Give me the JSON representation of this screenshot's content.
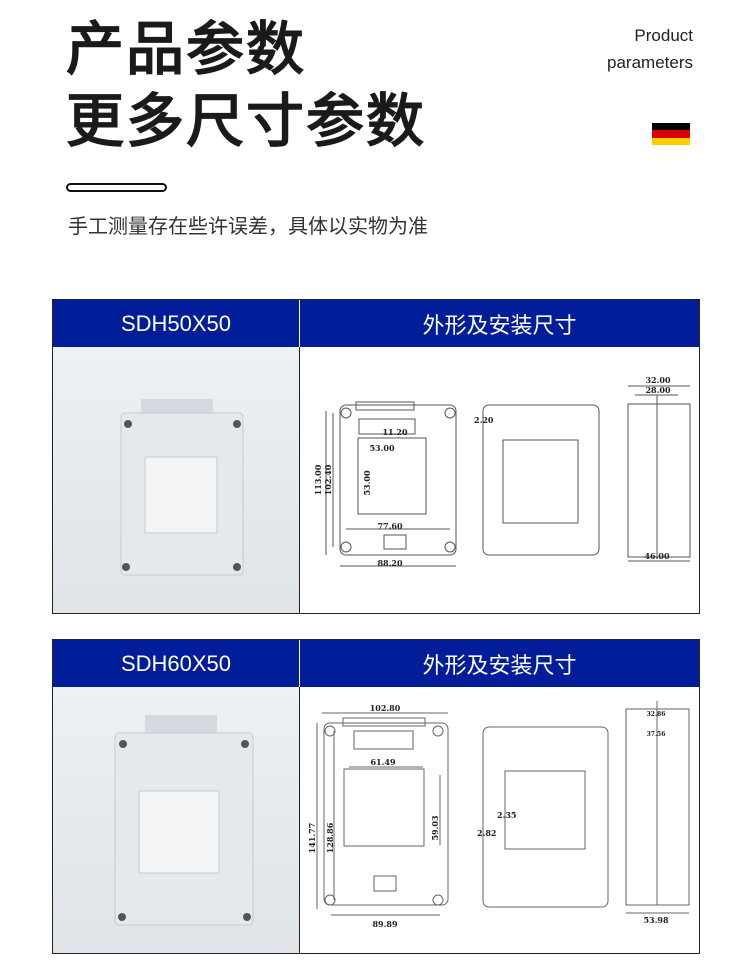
{
  "header": {
    "title_line1": "产品参数",
    "title_line2": "更多尺寸参数",
    "english_line1": "Product",
    "english_line2": "parameters",
    "note": "手工测量存在些许误差，具体以实物为准"
  },
  "colors": {
    "header_blue": "#021d9a",
    "flag": [
      "#000000",
      "#dd0000",
      "#ffce00"
    ]
  },
  "products": [
    {
      "model": "SDH50X50",
      "drawing_title": "外形及安装尺寸",
      "dims": {
        "width_total": "88.20",
        "hole_span": "77.60",
        "window_w": "53.00",
        "tab": "11.20",
        "height_total": "113.00",
        "hole_height": "102.40",
        "window_h": "53.00",
        "wall": "2.20",
        "top_outer": "32.00",
        "top_inner": "28.00",
        "depth": "46.00"
      }
    },
    {
      "model": "SDH60X50",
      "drawing_title": "外形及安装尺寸",
      "dims": {
        "width_total": "102.80",
        "window_w": "61.49",
        "height_total": "141.77",
        "hole_height": "128.86",
        "window_h": "59.03",
        "wall_a": "2.35",
        "wall_b": "2.82",
        "top_outer": "32.86",
        "top_inner": "37.56",
        "depth": "53.98",
        "hole_span": "89.89"
      }
    }
  ]
}
